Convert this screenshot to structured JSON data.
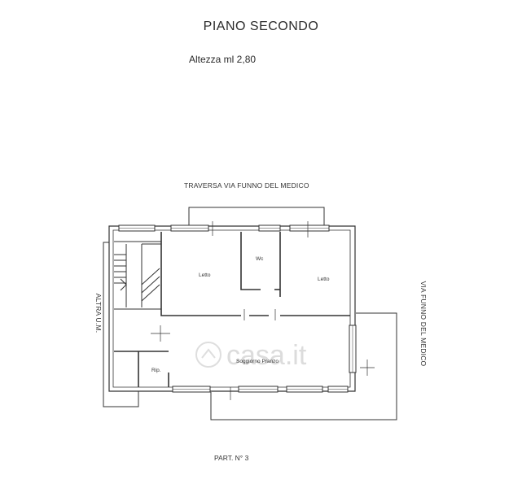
{
  "header": {
    "title": "PIANO SECONDO",
    "height_note": "Altezza ml 2,80"
  },
  "streets": {
    "top": "TRAVERSA VIA FUNNO DEL MEDICO",
    "right": "VIA FUNNO DEL MEDICO",
    "left": "ALTRA U.M."
  },
  "rooms": {
    "bedroom_left": "Letto",
    "wc": "Wc",
    "bedroom_right": "Letto",
    "living": "Soggiorno Pranzo",
    "storage": "Rip."
  },
  "footer": {
    "parcel": "PART. N° 3"
  },
  "watermark": "casa.it"
}
